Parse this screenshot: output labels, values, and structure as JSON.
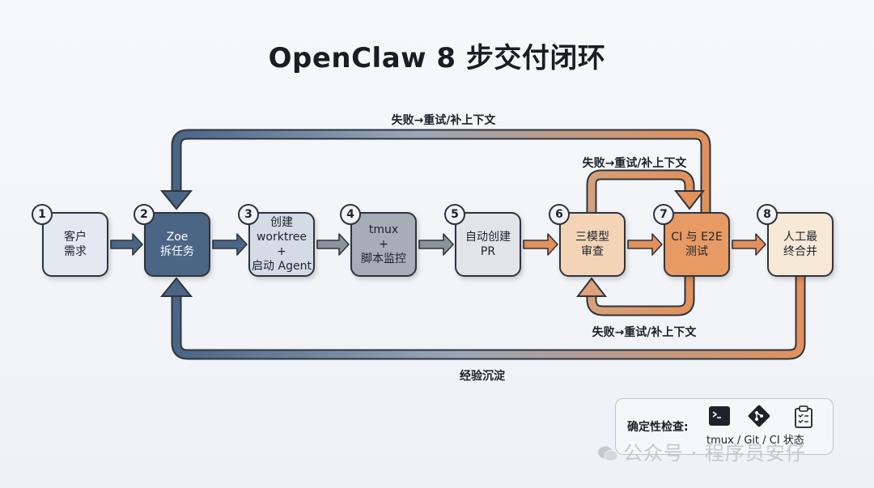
{
  "title": "OpenClaw 8 步交付闭环",
  "steps": [
    {
      "num": "1",
      "label": "客户\n需求",
      "fill": "#e4e9f1",
      "dark": false
    },
    {
      "num": "2",
      "label": "Zoe\n拆任务",
      "fill": "#4b6585",
      "dark": true
    },
    {
      "num": "3",
      "label": "创建\nworktree +\n启动 Agent",
      "fill": "#d4dbe4",
      "dark": false
    },
    {
      "num": "4",
      "label": "tmux\n+\n脚本监控",
      "fill": "#a7adb6",
      "dark": false
    },
    {
      "num": "5",
      "label": "自动创建\nPR",
      "fill": "#e2e4e8",
      "dark": false
    },
    {
      "num": "6",
      "label": "三模型\n审查",
      "fill": "#f3d4b7",
      "dark": false
    },
    {
      "num": "7",
      "label": "CI 与 E2E\n测试",
      "fill": "#e79a64",
      "dark": false
    },
    {
      "num": "8",
      "label": "人工最\n终合并",
      "fill": "#f8e8d6",
      "dark": false
    }
  ],
  "loops": {
    "top_outer": "失败→重试/补上下文",
    "top_inner": "失败→重试/补上下文",
    "bottom_inner": "失败→重试/补上下文",
    "bottom_outer": "经验沉淀"
  },
  "colors": {
    "blue": "#4b6585",
    "orange": "#e2915a",
    "outline": "#2d3440"
  },
  "legend": {
    "label": "确定性检查:",
    "items": "tmux / Git / CI 状态",
    "icons": [
      "terminal-icon",
      "git-icon",
      "clipboard-icon"
    ]
  },
  "watermark": "公众号 · 程序员安仔"
}
